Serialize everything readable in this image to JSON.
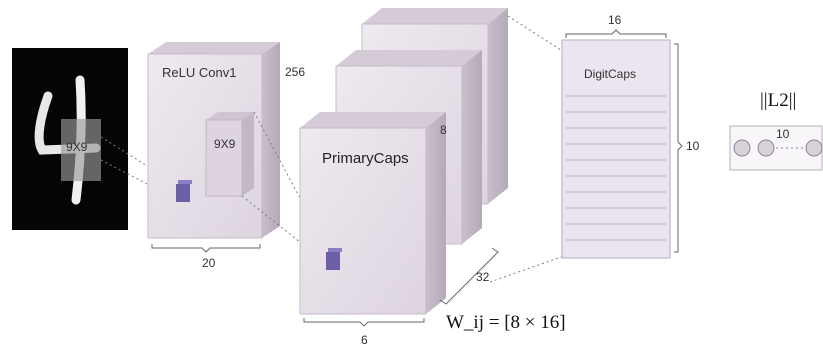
{
  "input_image": {
    "digit": "4",
    "kernel_label": "9X9"
  },
  "relu_conv1": {
    "title": "ReLU Conv1",
    "channels": "256",
    "kernel_label": "9X9",
    "size": "20"
  },
  "primary_caps": {
    "title": "PrimaryCaps",
    "capsule_dim": "8",
    "size": "6",
    "channels": "32"
  },
  "digit_caps": {
    "title": "DigitCaps",
    "capsule_dim": "16",
    "count": "10"
  },
  "output": {
    "norm_label": "||L2||",
    "count": "10"
  },
  "weight_label": "W_ij = [8 × 16]",
  "colors": {
    "block_face": "#e9e2ea",
    "block_top": "#cfc6d1",
    "block_side": "#bdb3c0",
    "kernel_patch": "#6b5fa6",
    "lines": "#8e8898"
  }
}
